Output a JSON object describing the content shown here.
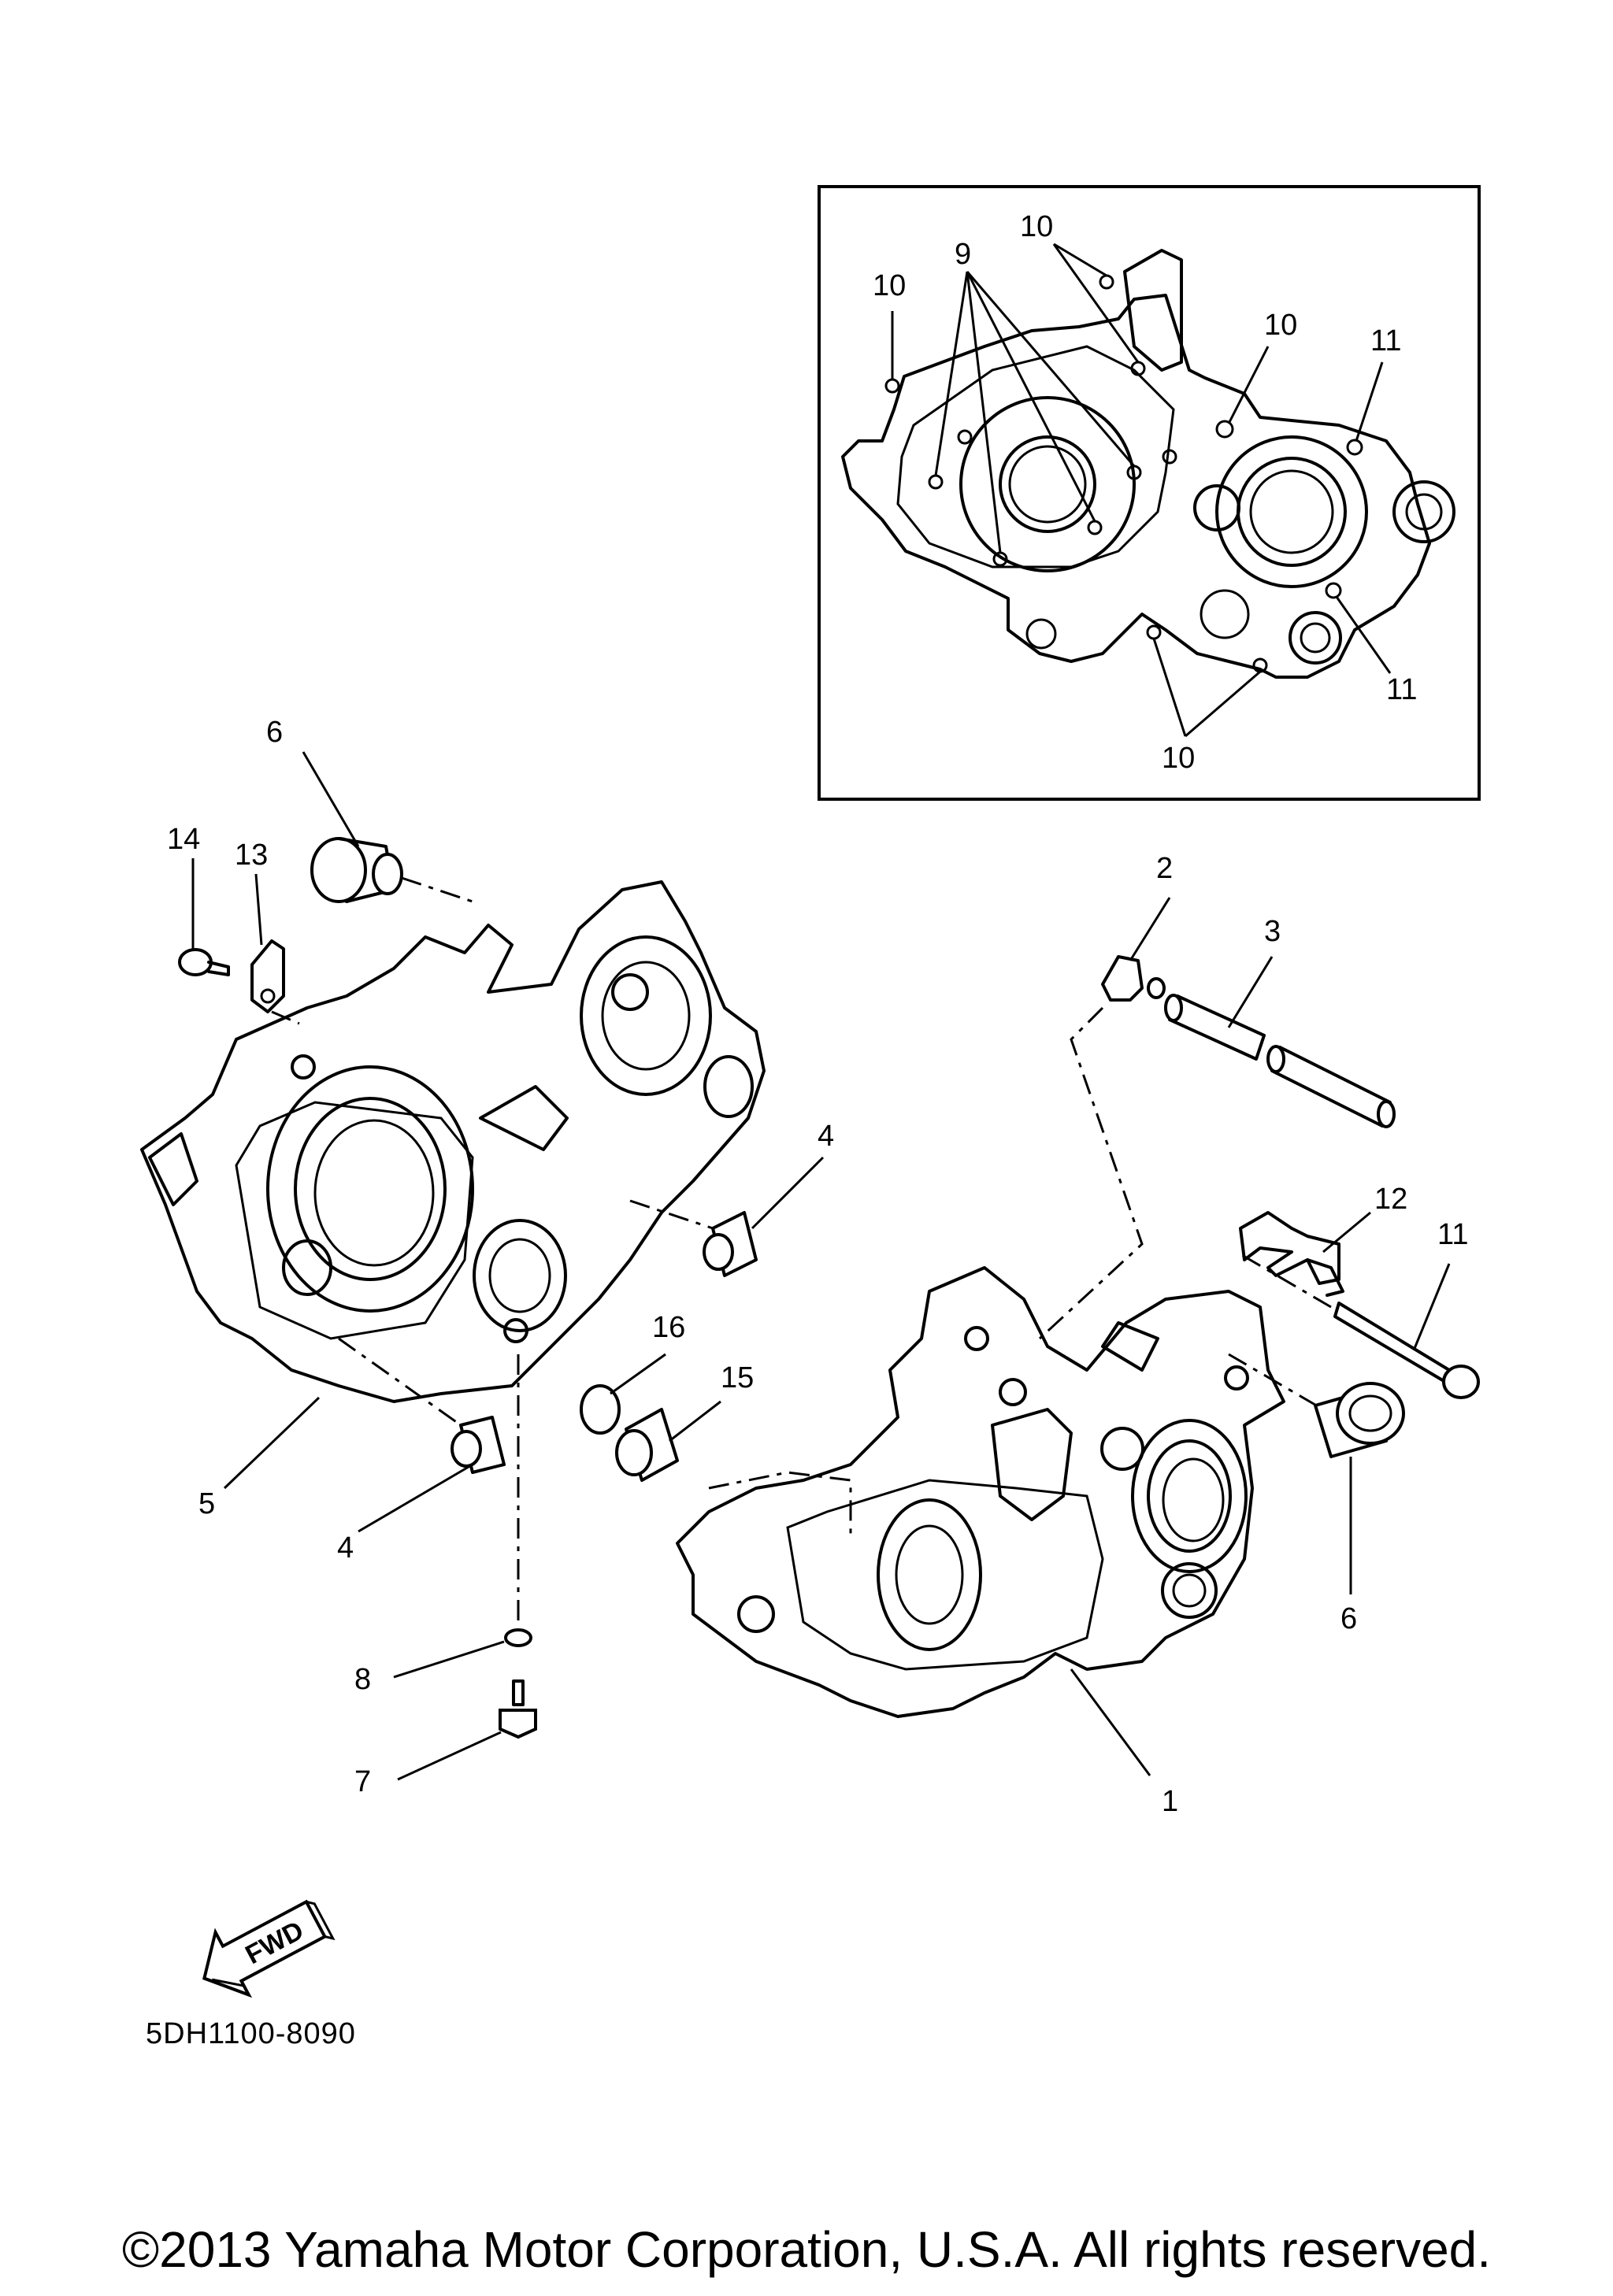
{
  "callouts": {
    "inset": [
      {
        "label": "10"
      },
      {
        "label": "9"
      },
      {
        "label": "10"
      },
      {
        "label": "10"
      },
      {
        "label": "11"
      },
      {
        "label": "11"
      },
      {
        "label": "10"
      }
    ],
    "main": [
      {
        "label": "6"
      },
      {
        "label": "14"
      },
      {
        "label": "13"
      },
      {
        "label": "2"
      },
      {
        "label": "3"
      },
      {
        "label": "4"
      },
      {
        "label": "12"
      },
      {
        "label": "11"
      },
      {
        "label": "16"
      },
      {
        "label": "15"
      },
      {
        "label": "5"
      },
      {
        "label": "4"
      },
      {
        "label": "6"
      },
      {
        "label": "8"
      },
      {
        "label": "7"
      },
      {
        "label": "1"
      }
    ]
  },
  "fwd_label": "FWD",
  "part_code": "5DH1100-8090",
  "copyright": "©2013 Yamaha Motor Corporation, U.S.A. All rights reserved."
}
